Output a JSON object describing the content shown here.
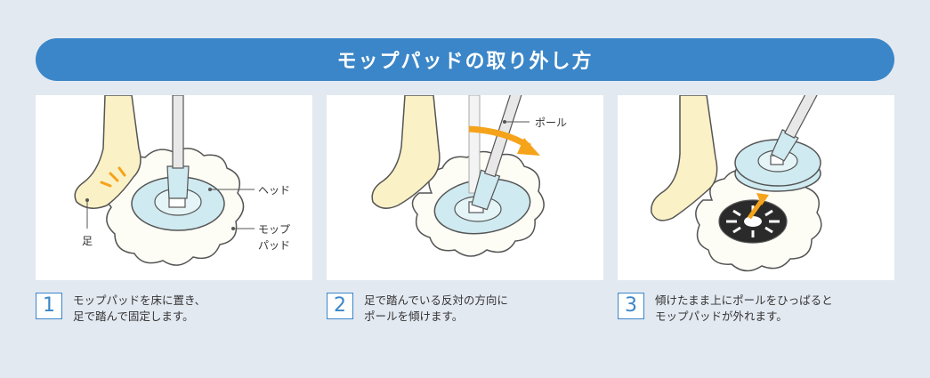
{
  "title": "モップパッドの取り外し方",
  "panels": [
    {
      "labels": {
        "foot": "足",
        "head": "ヘッド",
        "pad_line1": "モップ",
        "pad_line2": "パッド"
      }
    },
    {
      "labels": {
        "pole": "ポール"
      }
    },
    {
      "labels": {}
    }
  ],
  "steps": [
    {
      "number": "1",
      "line1": "モップパッドを床に置き、",
      "line2": "足で踏んで固定します。"
    },
    {
      "number": "2",
      "line1": "足で踏んでいる反対の方向に",
      "line2": "ポールを傾けます。"
    },
    {
      "number": "3",
      "line1": "傾けたまま上にポールをひっぱると",
      "line2": "モップパッドが外れます。"
    }
  ],
  "colors": {
    "banner": "#3b86c8",
    "background": "#e3e9f1",
    "foot": "#fbf1c6",
    "head": "#cfeaf0",
    "arrow": "#f5a31a"
  }
}
